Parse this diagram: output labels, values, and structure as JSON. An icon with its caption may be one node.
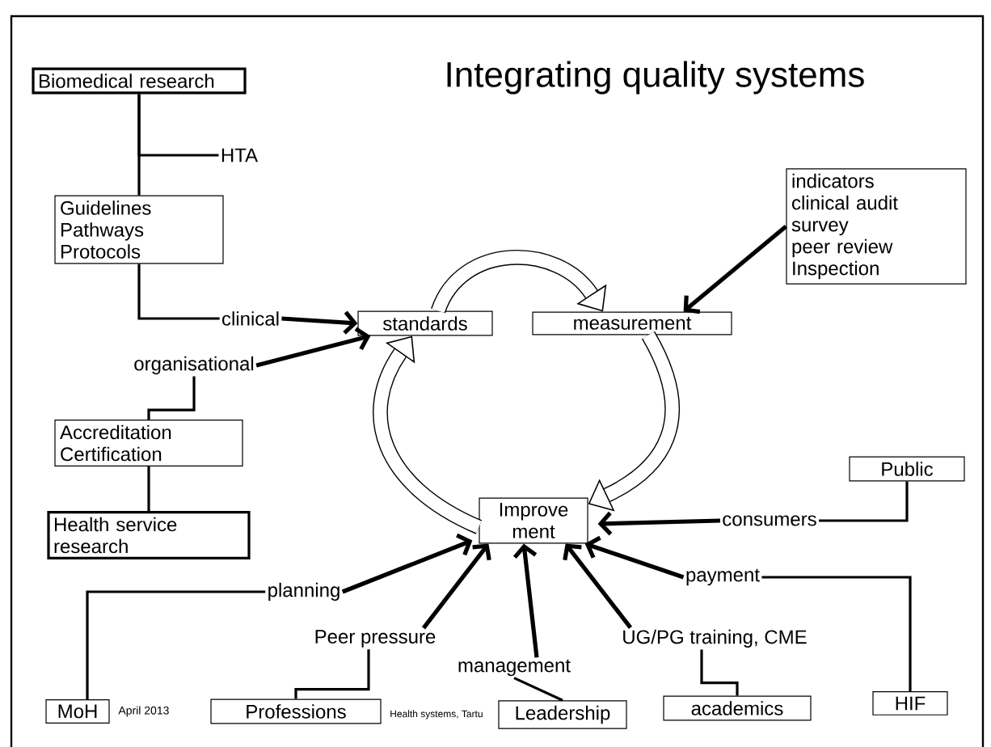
{
  "diagram": {
    "title": "Integrating quality systems",
    "nodes": [
      {
        "text": [
          "Biomedical research"
        ]
      },
      {
        "text": [
          "Guidelines",
          "Pathways",
          "Protocols"
        ]
      },
      {
        "text": [
          "standards"
        ]
      },
      {
        "text": [
          "measurement"
        ]
      },
      {
        "text": [
          "indicators",
          "clinical audit",
          "survey",
          "peer review",
          "Inspection"
        ]
      },
      {
        "text": [
          "Accreditation",
          "Certification"
        ]
      },
      {
        "text": [
          "Health service research"
        ]
      },
      {
        "text": [
          "Improve ment"
        ]
      },
      {
        "text": [
          "Public"
        ]
      },
      {
        "text": [
          "MoH"
        ]
      },
      {
        "text": [
          "Professions"
        ]
      },
      {
        "text": [
          "Leadership"
        ]
      },
      {
        "text": [
          "academics"
        ]
      },
      {
        "text": [
          "HIF"
        ]
      },
      {
        "text": [
          "HTA"
        ]
      },
      {
        "text": [
          "clinical"
        ]
      },
      {
        "text": [
          "organisational"
        ]
      },
      {
        "text": [
          "consumers"
        ]
      },
      {
        "text": [
          "payment"
        ]
      },
      {
        "text": [
          "planning"
        ]
      },
      {
        "text": [
          "Peer pressure"
        ]
      },
      {
        "text": [
          "management"
        ]
      },
      {
        "text": [
          "UG/PG training, CME"
        ]
      }
    ],
    "edges": [
      {
        "from": 0,
        "to": 1,
        "arrow": "none"
      },
      {
        "from": 0,
        "to": 14,
        "arrow": "none"
      },
      {
        "from": 1,
        "to": 15,
        "arrow": "none"
      },
      {
        "from": 15,
        "to": 2,
        "arrow": "to"
      },
      {
        "from": 5,
        "to": 16,
        "arrow": "none"
      },
      {
        "from": 16,
        "to": 2,
        "arrow": "to"
      },
      {
        "from": 5,
        "to": 6,
        "arrow": "none"
      },
      {
        "from": 4,
        "to": 3,
        "arrow": "to"
      },
      {
        "from": 2,
        "to": 3,
        "arrow": "to",
        "style": "thick"
      },
      {
        "from": 3,
        "to": 7,
        "arrow": "to",
        "style": "thick"
      },
      {
        "from": 7,
        "to": 2,
        "arrow": "to",
        "style": "thick"
      },
      {
        "from": 8,
        "to": 17,
        "arrow": "none"
      },
      {
        "from": 17,
        "to": 7,
        "arrow": "to"
      },
      {
        "from": 13,
        "to": 18,
        "arrow": "none"
      },
      {
        "from": 18,
        "to": 7,
        "arrow": "to"
      },
      {
        "from": 9,
        "to": 19,
        "arrow": "none"
      },
      {
        "from": 19,
        "to": 7,
        "arrow": "to"
      },
      {
        "from": 10,
        "to": 20,
        "arrow": "none"
      },
      {
        "from": 20,
        "to": 7,
        "arrow": "to"
      },
      {
        "from": 11,
        "to": 21,
        "arrow": "none"
      },
      {
        "from": 21,
        "to": 7,
        "arrow": "to"
      },
      {
        "from": 12,
        "to": 22,
        "arrow": "none"
      },
      {
        "from": 22,
        "to": 7,
        "arrow": "to"
      }
    ],
    "labels": [
      "April 2013",
      "Health systems, Tartu"
    ]
  }
}
